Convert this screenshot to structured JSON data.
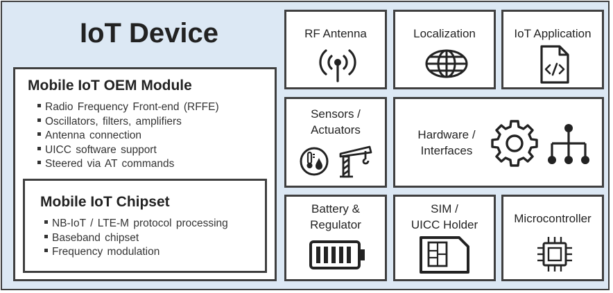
{
  "title": "IoT Device",
  "oem_module": {
    "title": "Mobile IoT OEM Module",
    "bullets": [
      "Radio Frequency Front-end (RFFE)",
      "Oscillators, filters, amplifiers",
      "Antenna connection",
      "UICC software support",
      "Steered via AT commands"
    ]
  },
  "chipset": {
    "title": "Mobile IoT Chipset",
    "bullets": [
      "NB-IoT  / LTE-M protocol processing",
      "Baseband chipset",
      "Frequency modulation"
    ]
  },
  "tiles": {
    "rf_antenna": {
      "label": "RF Antenna",
      "icon": "antenna-signal-icon"
    },
    "localization": {
      "label": "Localization",
      "icon": "globe-icon"
    },
    "iot_application": {
      "label": "IoT Application",
      "icon": "code-file-icon"
    },
    "sensors": {
      "label_line1": "Sensors /",
      "label_line2": "Actuators",
      "icons": [
        "temperature-humidity-icon",
        "crane-icon"
      ]
    },
    "hardware": {
      "label_line1": "Hardware /",
      "label_line2": "Interfaces",
      "icons": [
        "gear-icon",
        "hierarchy-icon"
      ]
    },
    "battery": {
      "label_line1": "Battery &",
      "label_line2": "Regulator",
      "icon": "battery-icon"
    },
    "sim": {
      "label_line1": "SIM /",
      "label_line2": "UICC Holder",
      "icon": "sim-card-icon"
    },
    "microcontroller": {
      "label": "Microcontroller",
      "icon": "chip-icon"
    }
  },
  "colors": {
    "background": "#dce8f4",
    "border": "#3f3f3f",
    "box": "#ffffff"
  }
}
